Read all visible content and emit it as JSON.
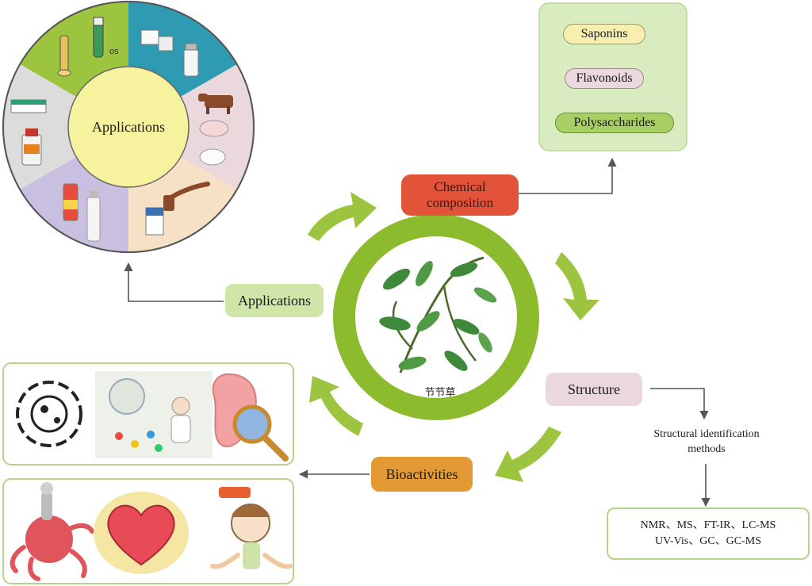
{
  "wheel": {
    "center_label": "Applications"
  },
  "chemical": {
    "label": "Chemical composition",
    "items": [
      "Saponins",
      "Flavonoids",
      "Polysaccharides"
    ]
  },
  "structure": {
    "label": "Structure",
    "methods_title": "Structural identification methods",
    "methods_line1": "NMR、MS、FT-IR、LC-MS",
    "methods_line2": "UV-Vis、GC、GC-MS"
  },
  "applications": {
    "label": "Applications"
  },
  "bioactivities": {
    "label": "Bioactivities"
  },
  "plant": {
    "caption": "节节草"
  },
  "colors": {
    "arrow_green": "#9cc43f",
    "ring_green": "#8cbb2e",
    "chemical_red": "#e2533a",
    "bioactivity_orange": "#e39a34",
    "structure_pink": "#ead8dc",
    "applications_green": "#cfe6a8",
    "chem_panel": "#d9ecc0"
  },
  "icons": [
    "dropper-bottle-icon",
    "test-tube-icon",
    "cosmetic-boxes-icon",
    "medicine-bottle-icon",
    "cow-icon",
    "pig-icon",
    "sheep-icon",
    "pipe-icon",
    "cigarette-pack-icon",
    "cream-tube-icon",
    "pump-bottle-icon",
    "syrup-bottle-icon",
    "pill-box-icon",
    "virus-icon",
    "doctor-pills-icon",
    "stomach-magnifier-icon",
    "cancer-cell-icon",
    "heart-icon",
    "headache-girl-icon"
  ]
}
